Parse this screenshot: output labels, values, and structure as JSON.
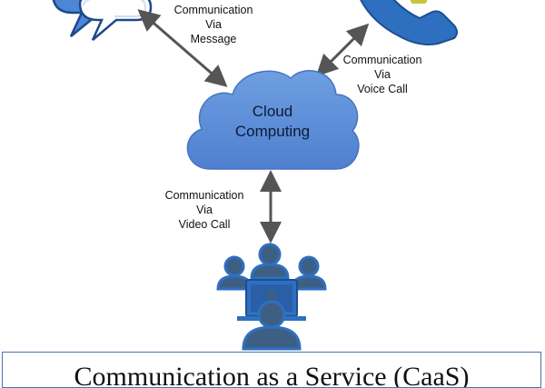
{
  "diagram": {
    "center_node": {
      "line1": "Cloud",
      "line2": "Computing"
    },
    "edges": [
      {
        "id": "message",
        "lines": [
          "Communication",
          "Via",
          "Message"
        ]
      },
      {
        "id": "voice",
        "lines": [
          "Communication",
          "Via",
          "Voice Call"
        ]
      },
      {
        "id": "video",
        "lines": [
          "Communication",
          "Via",
          "Video Call"
        ]
      }
    ],
    "caption": "Communication as a Service (CaaS)"
  },
  "icons": {
    "message": "chat-bubbles-icon",
    "voice": "phone-handset-icon",
    "video": "video-conference-icon"
  },
  "colors": {
    "cloud_fill": "#5b8ed8",
    "icon_fill": "#2f6fbf",
    "icon_dark": "#3d5f84",
    "arrow": "#555555",
    "caption_border": "#4a72b0"
  }
}
